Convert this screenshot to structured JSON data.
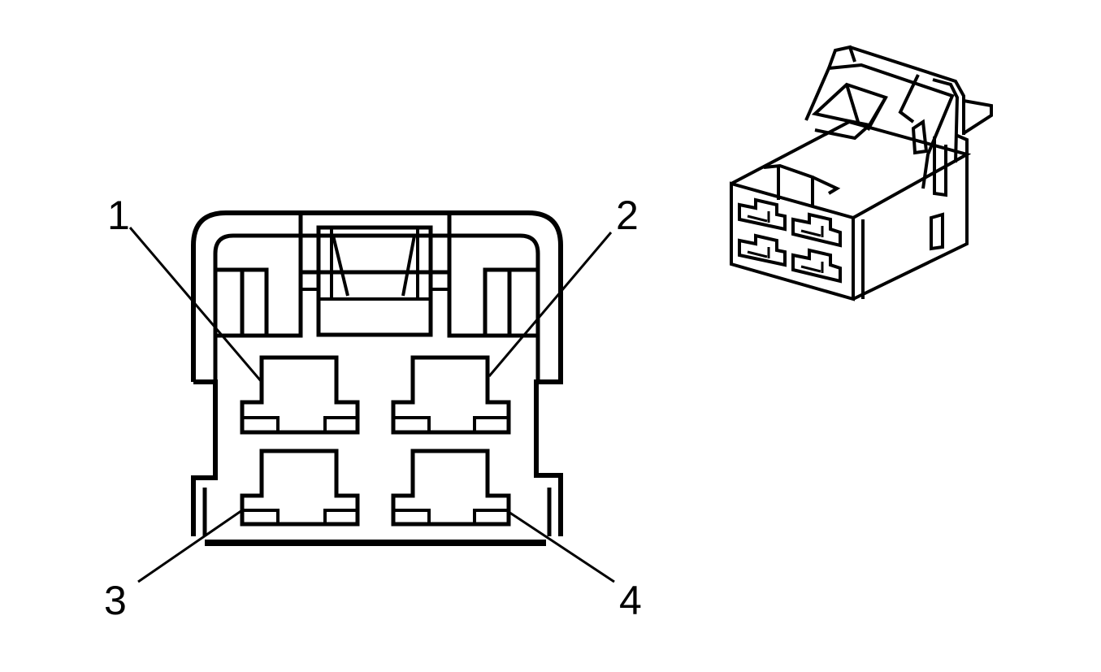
{
  "diagram": {
    "pins": [
      {
        "label": "1"
      },
      {
        "label": "2"
      },
      {
        "label": "3"
      },
      {
        "label": "4"
      }
    ],
    "colors": {
      "line": "#000000",
      "background": "#ffffff"
    }
  }
}
